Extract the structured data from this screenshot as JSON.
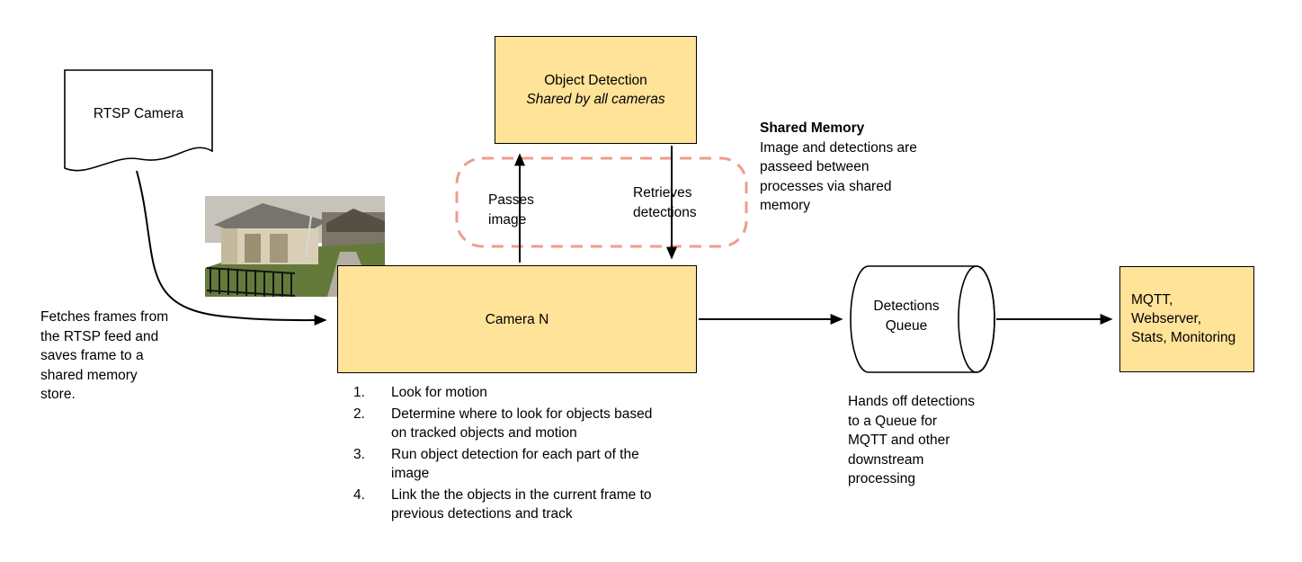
{
  "diagram": {
    "rtsp_camera": {
      "label": "RTSP Camera"
    },
    "fetch_note": {
      "lines": [
        "Fetches frames from",
        "the RTSP feed and",
        "saves frame to a",
        "shared memory",
        "store."
      ]
    },
    "object_detection": {
      "title": "Object Detection",
      "subtitle": "Shared by all cameras"
    },
    "passes_image": {
      "lines": [
        "Passes",
        "image"
      ]
    },
    "retrieves_detections": {
      "lines": [
        "Retrieves",
        "detections"
      ]
    },
    "shared_memory_note": {
      "title": "Shared Memory",
      "lines": [
        "Image and detections are",
        "passeed between",
        "processes via shared",
        "memory"
      ]
    },
    "camera_n": {
      "label": "Camera N",
      "steps": [
        "Look for motion",
        "Determine where to look for objects based on tracked objects and motion",
        "Run object detection for each part of the image",
        "Link the the objects in the current frame to previous detections and track"
      ]
    },
    "detections_queue": {
      "lines": [
        "Detections",
        "Queue"
      ]
    },
    "hands_off_note": {
      "lines": [
        "Hands off detections",
        "to a Queue for",
        "MQTT and other",
        "downstream",
        "processing"
      ]
    },
    "mqtt": {
      "lines": [
        "MQTT, Webserver,",
        "Stats, Monitoring"
      ]
    }
  },
  "icons": {
    "camera_snapshot": "backyard-camera-frame"
  },
  "colors": {
    "box_fill": "#FFE398",
    "line_color": "#000000",
    "shared_dash": "#F09C8D"
  }
}
